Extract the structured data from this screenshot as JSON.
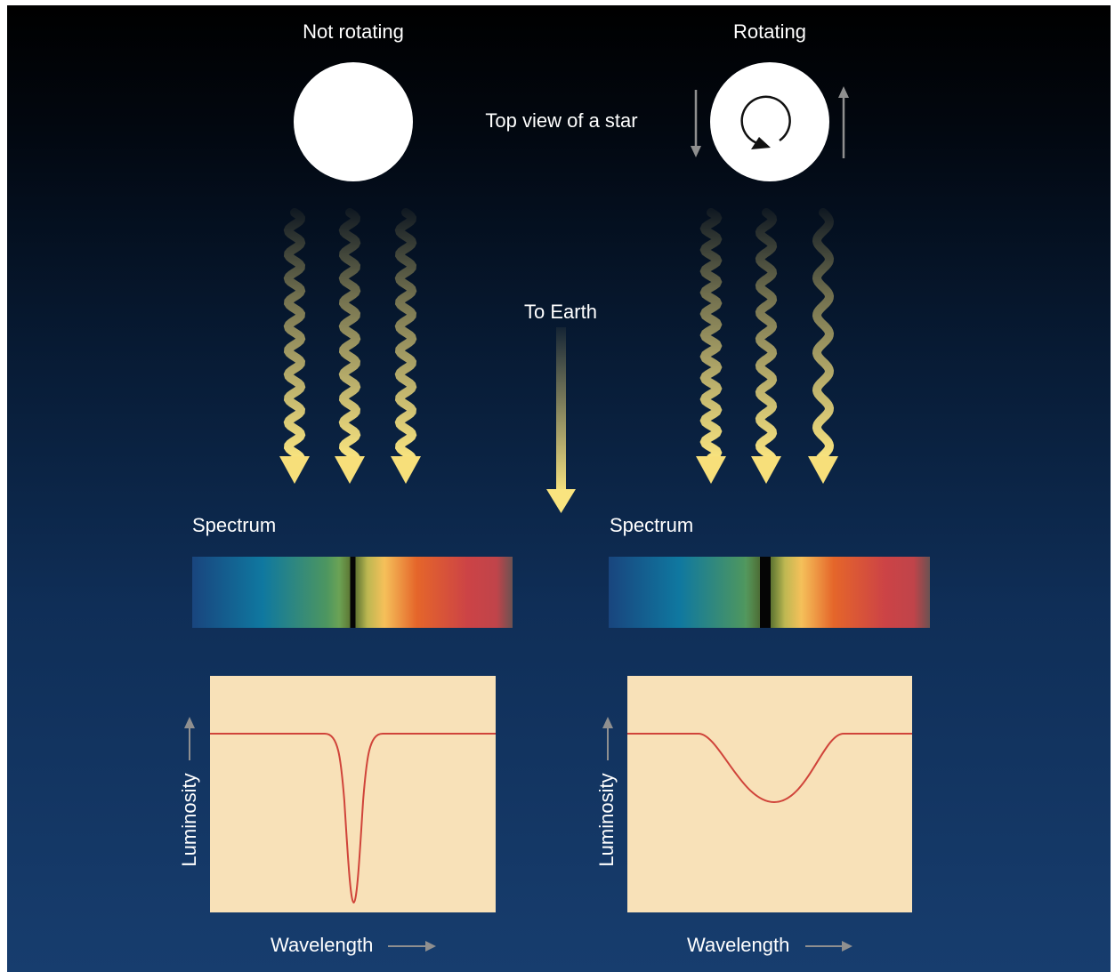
{
  "labels": {
    "not_rotating": "Not rotating",
    "rotating": "Rotating",
    "top_view": "Top view of a star",
    "to_earth": "To Earth",
    "spectrum_left": "Spectrum",
    "spectrum_right": "Spectrum",
    "luminosity_left": "Luminosity",
    "luminosity_right": "Luminosity",
    "wavelength_left": "Wavelength",
    "wavelength_right": "Wavelength"
  },
  "colors": {
    "wave": "#f7df7a",
    "plot_bg": "#f8e1b8",
    "curve": "#d0443a",
    "axis_arrow": "#8f8f8f"
  },
  "panels": [
    {
      "name": "not-rotating",
      "star": "plain",
      "absorption_line": "narrow",
      "curve": "narrow-deep-dip"
    },
    {
      "name": "rotating",
      "star": "with-rotation-arrow",
      "absorption_line": "broad",
      "curve": "broad-shallow-dip"
    }
  ]
}
